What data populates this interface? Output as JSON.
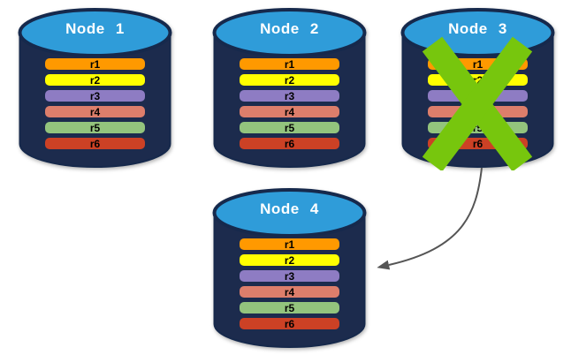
{
  "diagram": {
    "nodes": [
      {
        "label": "Node 1",
        "failed": false
      },
      {
        "label": "Node 2",
        "failed": false
      },
      {
        "label": "Node 3",
        "failed": true
      },
      {
        "label": "Node 4",
        "failed": false
      }
    ],
    "replicas": [
      {
        "label": "r1",
        "color": "#FF9900"
      },
      {
        "label": "r2",
        "color": "#FFFF00"
      },
      {
        "label": "r3",
        "color": "#8E7CC3"
      },
      {
        "label": "r4",
        "color": "#DD7E6B"
      },
      {
        "label": "r5",
        "color": "#93C47D"
      },
      {
        "label": "r6",
        "color": "#CC4125"
      }
    ],
    "arrow": {
      "from": "Node 3",
      "to": "Node 4"
    },
    "colors": {
      "background": "#FFFFFF",
      "cylinder_body": "#1C2B4D",
      "cylinder_outline": "#16294C",
      "cylinder_top": "#2F9CD9",
      "node_label_text": "#FFFFFF",
      "replica_label_text": "#000000",
      "failure_x": "#77C60D",
      "arrow": "#555555"
    }
  }
}
